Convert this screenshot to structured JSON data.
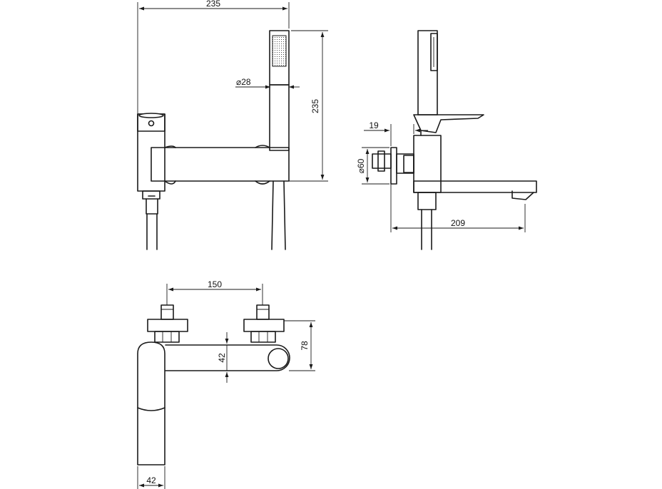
{
  "drawing": {
    "front_view": {
      "overall_width": "235",
      "overall_height": "235",
      "hand_shower_diameter": "⌀28"
    },
    "side_view": {
      "wall_offset": "19",
      "flange_diameter": "⌀60",
      "spout_projection": "209"
    },
    "top_view": {
      "inlet_spacing": "150",
      "body_depth": "42",
      "overall_depth": "78",
      "body_width": "42"
    }
  }
}
